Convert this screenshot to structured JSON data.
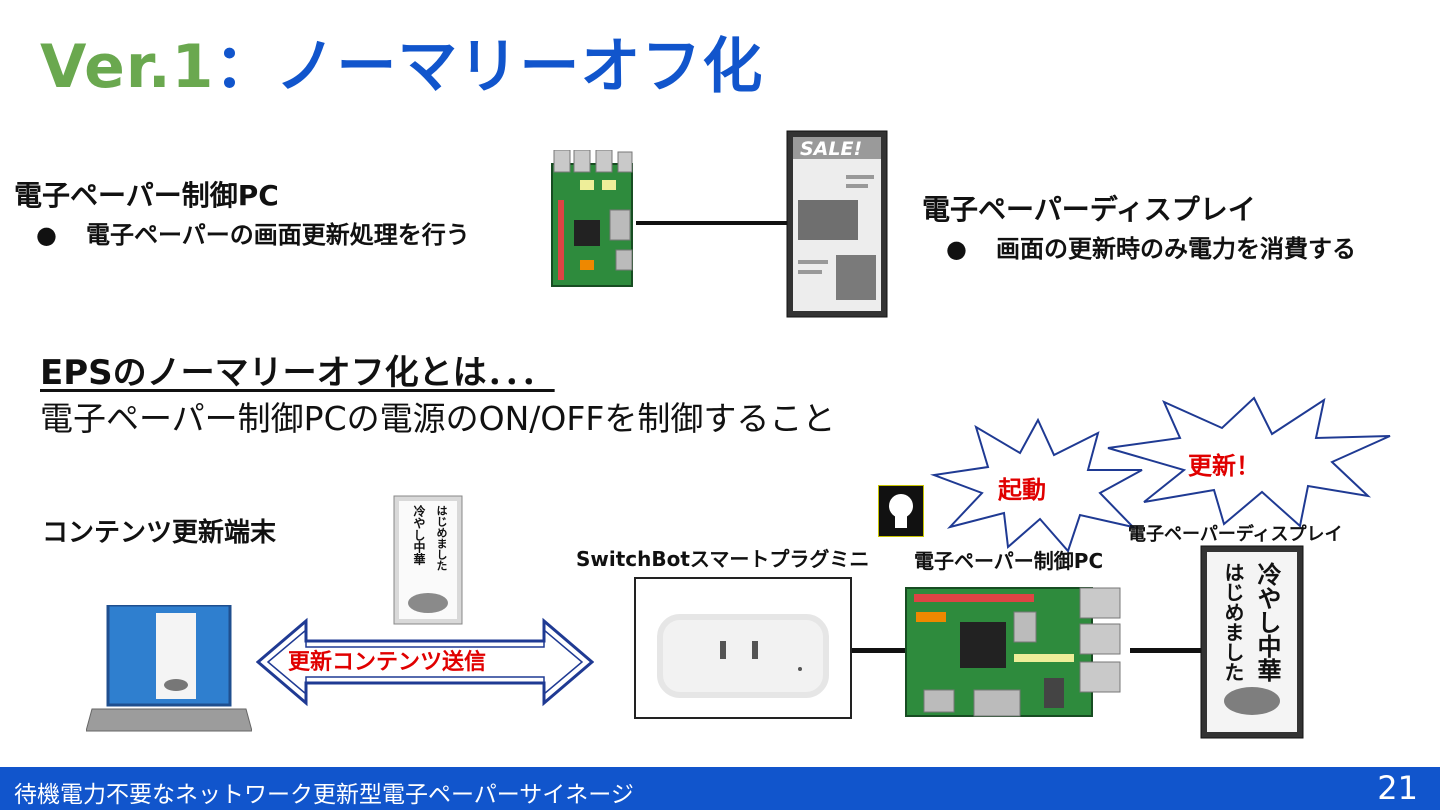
{
  "slide": {
    "title_ver": "Ver.1",
    "title_rest": "：ノーマリーオフ化",
    "top_left_heading": "電子ペーパー制御PC",
    "top_left_bullet": "電子ペーパーの画面更新処理を行う",
    "top_right_heading": "電子ペーパーディスプレイ",
    "top_right_bullet": "画面の更新時のみ電力を消費する",
    "bullet_glyph": "●",
    "sale_text": "SALE!",
    "eps_heading": "EPSのノーマリーオフ化とは．．．",
    "eps_description": "電子ペーパー制御PCの電源のON/OFFを制御すること",
    "content_terminal_label": "コンテンツ更新端末",
    "switchbot_label": "SwitchBotスマートプラグミニ",
    "control_pc_label": "電子ペーパー制御PC",
    "display_label": "電子ペーパーディスプレイ",
    "burst_left": "起動",
    "burst_right": "更新！",
    "arrow_label": "更新コンテンツ送信",
    "poster_text_1": "冷やし中華",
    "poster_text_2": "はじめました",
    "footer_title": "待機電力不要なネットワーク更新型電子ペーパーサイネージ",
    "page_number": "21"
  },
  "colors": {
    "ver_green": "#6aa84f",
    "title_blue": "#1155cc",
    "footer_blue": "#1155cc",
    "accent_red": "#e00000",
    "arrow_outline": "#1f3a93",
    "board_green": "#2e8b3d"
  }
}
